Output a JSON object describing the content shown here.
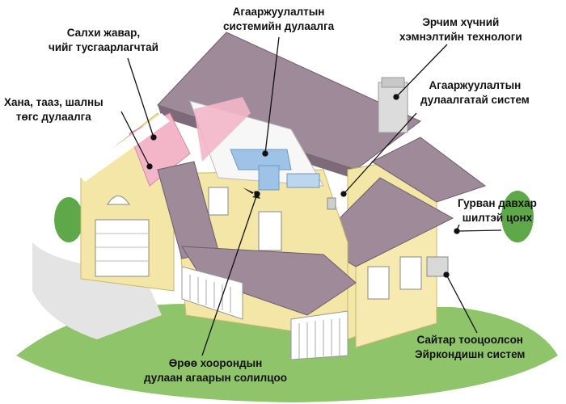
{
  "labels": {
    "roof_ventilation": [
      "Салхи жавар,",
      "чийг тусгаарлагчтай"
    ],
    "vent_duct_insulation": [
      "Агааржуулалтын",
      "системийн дулаалга"
    ],
    "energy_tech": [
      "Эрчим хүчний",
      "хэмнэлтийн технологи"
    ],
    "wall_insulation": [
      "Хана, тааз, шалны",
      "төгс дулаалга"
    ],
    "insulated_system": [
      "Агааржуулалтын",
      "дулаалгатай систем"
    ],
    "triple_window": [
      "Гурван давхар",
      "шилтэй цонх"
    ],
    "air_conditioning": [
      "Сайтар тооцоолсон",
      "Эйркондишн систем"
    ],
    "heat_exchange": [
      "Өрөө хоорондын",
      "дулаан агаарын солилцоо"
    ]
  },
  "colors": {
    "roof": "#9e8a99",
    "roof_dark": "#7d6a78",
    "wall": "#f3e6a6",
    "wall_shade": "#e2d18a",
    "trim": "#ffffff",
    "grass": "#8fc46a",
    "insulation": "#f2b6c8",
    "duct": "#9fc3e6",
    "leader": "#111111"
  }
}
